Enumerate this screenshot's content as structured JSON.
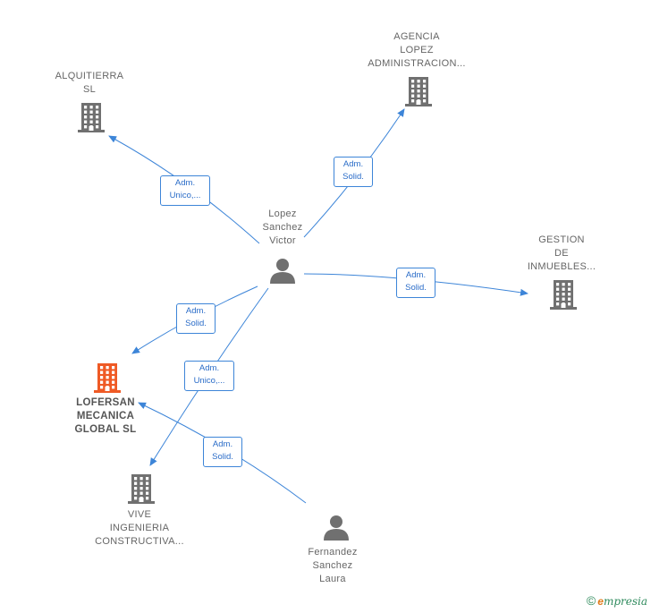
{
  "colors": {
    "edge": "#3d85d8",
    "company_icon": "#707070",
    "focus_company_icon": "#ef5a25",
    "person_icon": "#707070"
  },
  "nodes": {
    "alquitierra": {
      "label": "ALQUITIERRA\nSL",
      "icon": "building-icon"
    },
    "agencia": {
      "label": "AGENCIA\nLOPEZ\nADMINISTRACION...",
      "icon": "building-icon"
    },
    "gestion": {
      "label": "GESTION\nDE\nINMUEBLES...",
      "icon": "building-icon"
    },
    "lofersan": {
      "label": "LOFERSAN\nMECANICA\nGLOBAL  SL",
      "icon": "building-icon"
    },
    "vive": {
      "label": "VIVE\nINGENIERIA\nCONSTRUCTIVA...",
      "icon": "building-icon"
    },
    "lopez": {
      "label": "Lopez\nSanchez\nVictor",
      "icon": "person-icon"
    },
    "fernandez": {
      "label": "Fernandez\nSanchez\nLaura",
      "icon": "person-icon"
    }
  },
  "edges": {
    "lopez_alquitierra": "Adm.\nUnico,...",
    "lopez_agencia": "Adm.\nSolid.",
    "lopez_gestion": "Adm.\nSolid.",
    "lopez_lofersan": "Adm.\nSolid.",
    "lopez_vive": "Adm.\nUnico,...",
    "fernandez_lofersan": "Adm.\nSolid."
  },
  "brand": {
    "copyright": "©",
    "e": "e",
    "rest": "mpresia"
  }
}
